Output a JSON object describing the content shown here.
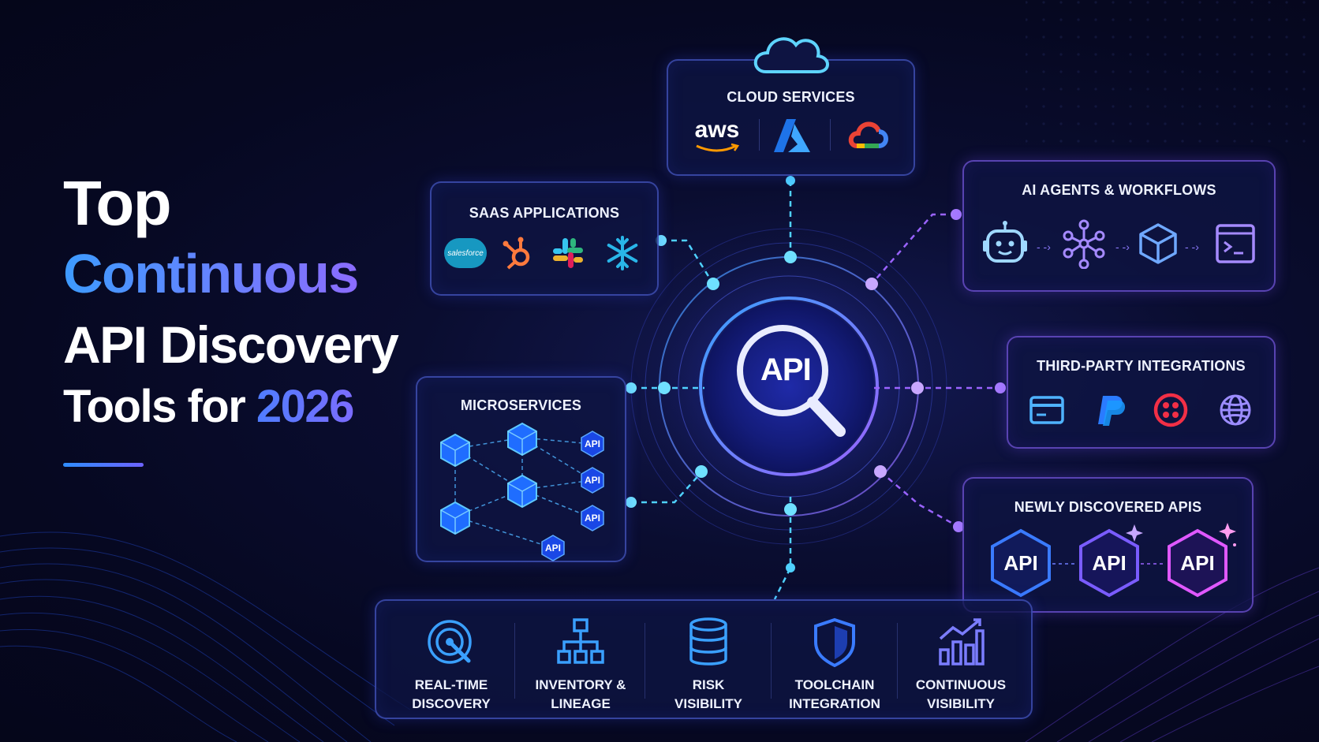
{
  "title": {
    "line1": "Top",
    "line2": "Continuous",
    "line3": "API Discovery",
    "line4_prefix": "Tools for ",
    "line4_year": "2026"
  },
  "hub": {
    "label": "API"
  },
  "panels": {
    "cloud": {
      "title": "CLOUD SERVICES",
      "logos": [
        "aws",
        "azure-icon",
        "google-cloud-icon"
      ],
      "aws_text": "aws"
    },
    "saas": {
      "title": "SAAS APPLICATIONS",
      "logos": [
        "salesforce",
        "hubspot-icon",
        "slack-icon",
        "snowflake-icon"
      ],
      "salesforce_text": "salesforce"
    },
    "ai": {
      "title": "AI AGENTS & WORKFLOWS",
      "icons": [
        "robot-icon",
        "network-icon",
        "cube-icon",
        "terminal-icon"
      ]
    },
    "microservices": {
      "title": "MICROSERVICES",
      "api_badges": [
        "API",
        "API",
        "API",
        "API"
      ]
    },
    "third_party": {
      "title": "THIRD-PARTY INTEGRATIONS",
      "icons": [
        "credit-card-icon",
        "paypal-icon",
        "twilio-icon",
        "globe-icon"
      ]
    },
    "new_apis": {
      "title": "NEWLY DISCOVERED APIS",
      "badges": [
        "API",
        "API",
        "API"
      ]
    }
  },
  "features": [
    {
      "line1": "REAL-TIME",
      "line2": "DISCOVERY",
      "icon": "radar-icon"
    },
    {
      "line1": "INVENTORY &",
      "line2": "LINEAGE",
      "icon": "hierarchy-icon"
    },
    {
      "line1": "RISK",
      "line2": "VISIBILITY",
      "icon": "database-icon"
    },
    {
      "line1": "TOOLCHAIN",
      "line2": "INTEGRATION",
      "icon": "shield-icon"
    },
    {
      "line1": "CONTINUOUS",
      "line2": "VISIBILITY",
      "icon": "chart-icon"
    }
  ],
  "colors": {
    "accent_blue": "#2f8dff",
    "accent_violet": "#8b5cff",
    "cyan": "#4fd1ff",
    "pink": "#ff5cd6",
    "background": "#060821"
  }
}
